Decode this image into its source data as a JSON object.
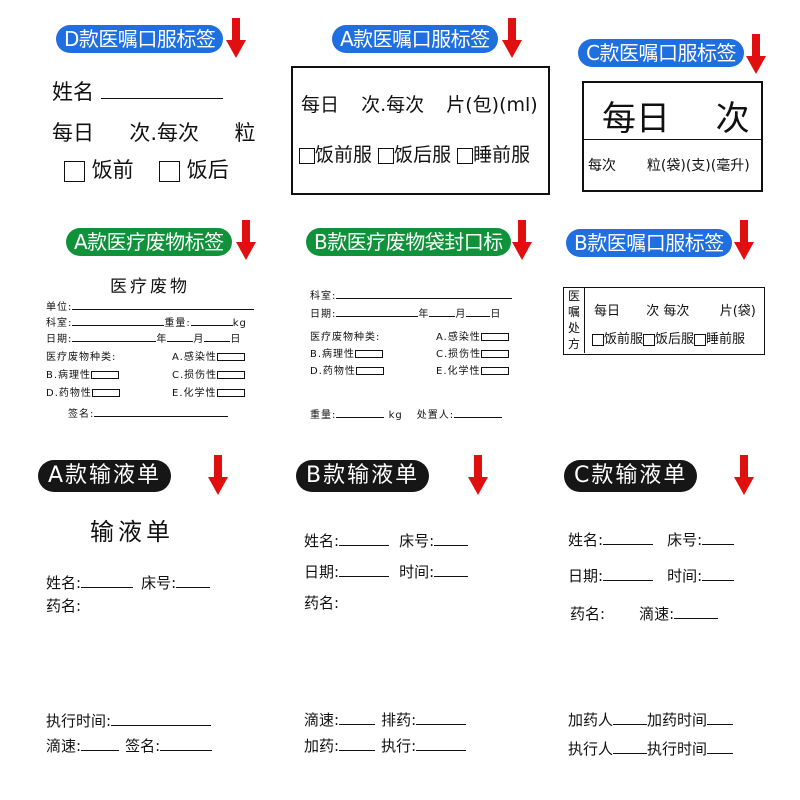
{
  "colors": {
    "blue": "#1f6fe0",
    "green": "#10923a",
    "black": "#161616",
    "arrow": "#e01010"
  },
  "icons": [
    "down-arrow-icon"
  ],
  "d_oral": {
    "title": "D款医嘱口服标签",
    "name_label": "姓名",
    "dose_line": {
      "a": "每日",
      "b": "次.每次",
      "c": "粒"
    },
    "before_meal": "饭前",
    "after_meal": "饭后"
  },
  "a_oral": {
    "title": "A款医嘱口服标签",
    "row1": {
      "a": "每日",
      "b": "次.每次",
      "c": "片(包)(ml)"
    },
    "opt1": "饭前服",
    "opt2": "饭后服",
    "opt3": "睡前服"
  },
  "c_oral": {
    "title": "C款医嘱口服标签",
    "big": {
      "a": "每日",
      "b": "次"
    },
    "line": {
      "a": "每次",
      "b": "粒(袋)(支)(毫升)"
    }
  },
  "a_waste": {
    "title": "A款医疗废物标签",
    "heading": "医疗废物",
    "unit": "单位:",
    "dept": "科室:",
    "weight": "重量:",
    "kg": "kg",
    "date": "日期:",
    "year": "年",
    "month": "月",
    "day": "日",
    "types": "医疗废物种类:",
    "ta": "A.感染性",
    "tb": "B.病理性",
    "tc": "C.损伤性",
    "td": "D.药物性",
    "te": "E.化学性",
    "sign": "签名:"
  },
  "b_waste": {
    "title": "B款医疗废物袋封口标",
    "dept": "科室:",
    "date": "日期:",
    "year": "年",
    "month": "月",
    "day": "日",
    "types": "医疗废物种类:",
    "ta": "A.感染性",
    "tb": "B.病理性",
    "tc": "C.损伤性",
    "td": "D.药物性",
    "te": "E.化学性",
    "weight": "重量:",
    "kg": "kg",
    "handler": "处置人:"
  },
  "b_oral": {
    "title": "B款医嘱口服标签",
    "side": [
      "医",
      "嘱",
      "处",
      "方"
    ],
    "row1": {
      "a": "每日",
      "b": "次 每次",
      "c": "片(袋)"
    },
    "opt1": "饭前服",
    "opt2": "饭后服",
    "opt3": "睡前服"
  },
  "a_iv": {
    "title": "A款输液单",
    "heading": "输液单",
    "name": "姓名:",
    "bed": "床号:",
    "drug": "药名:",
    "exec_time": "执行时间:",
    "drip": "滴速:",
    "sign": "签名:"
  },
  "b_iv": {
    "title": "B款输液单",
    "name": "姓名:",
    "bed": "床号:",
    "date": "日期:",
    "time": "时间:",
    "drug": "药名:",
    "drip": "滴速:",
    "discharge": "排药:",
    "add": "加药:",
    "exec": "执行:"
  },
  "c_iv": {
    "title": "C款输液单",
    "name": "姓名:",
    "bed": "床号:",
    "date": "日期:",
    "time": "时间:",
    "drug": "药名:",
    "drip": "滴速:",
    "adder": "加药人",
    "add_time": "加药时间",
    "executor": "执行人",
    "exec_time": "执行时间"
  }
}
